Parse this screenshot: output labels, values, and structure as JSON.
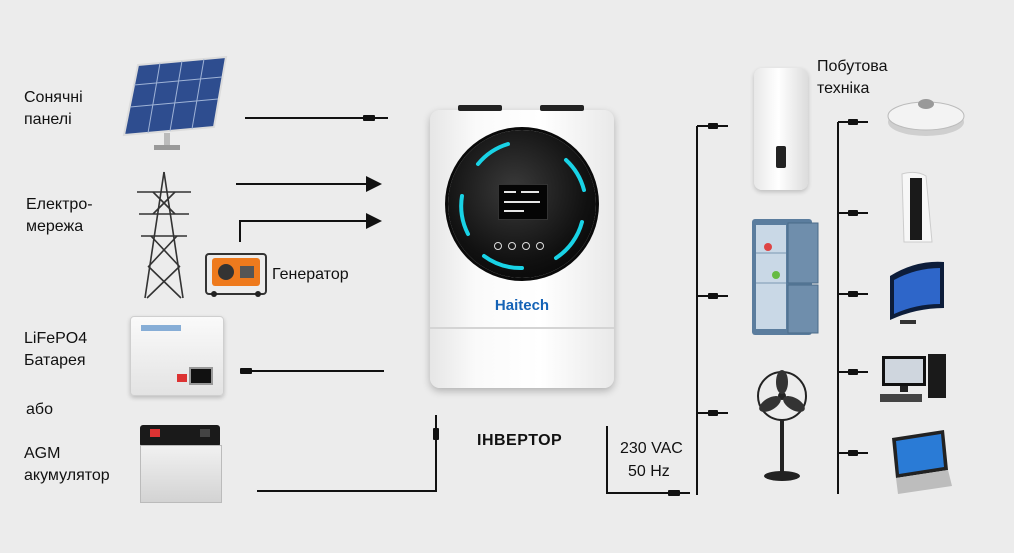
{
  "inputs": {
    "solar": "Сонячні\nпанелі",
    "grid": "Електро-\nмережа",
    "generator": "Генератор",
    "lifepo4": "LiFePO4\nБатарея",
    "or": "або",
    "agm": "AGM\nакумулятор"
  },
  "inverter": {
    "caption": "ІНВЕРТОР",
    "brand": "Haitech"
  },
  "output": {
    "voltage": "230 VAC",
    "frequency": "50 Hz",
    "appliances_title": "Побутова\nтехніка"
  },
  "appliances_column_1": [
    "water-heater",
    "refrigerator",
    "fan"
  ],
  "appliances_column_2": [
    "robot-vacuum",
    "game-console",
    "television",
    "desktop-computer",
    "laptop"
  ],
  "colors": {
    "accent_cyan": "#19d3e6",
    "brand_blue": "#1563b6",
    "line": "#111111",
    "background": "#ececec"
  }
}
